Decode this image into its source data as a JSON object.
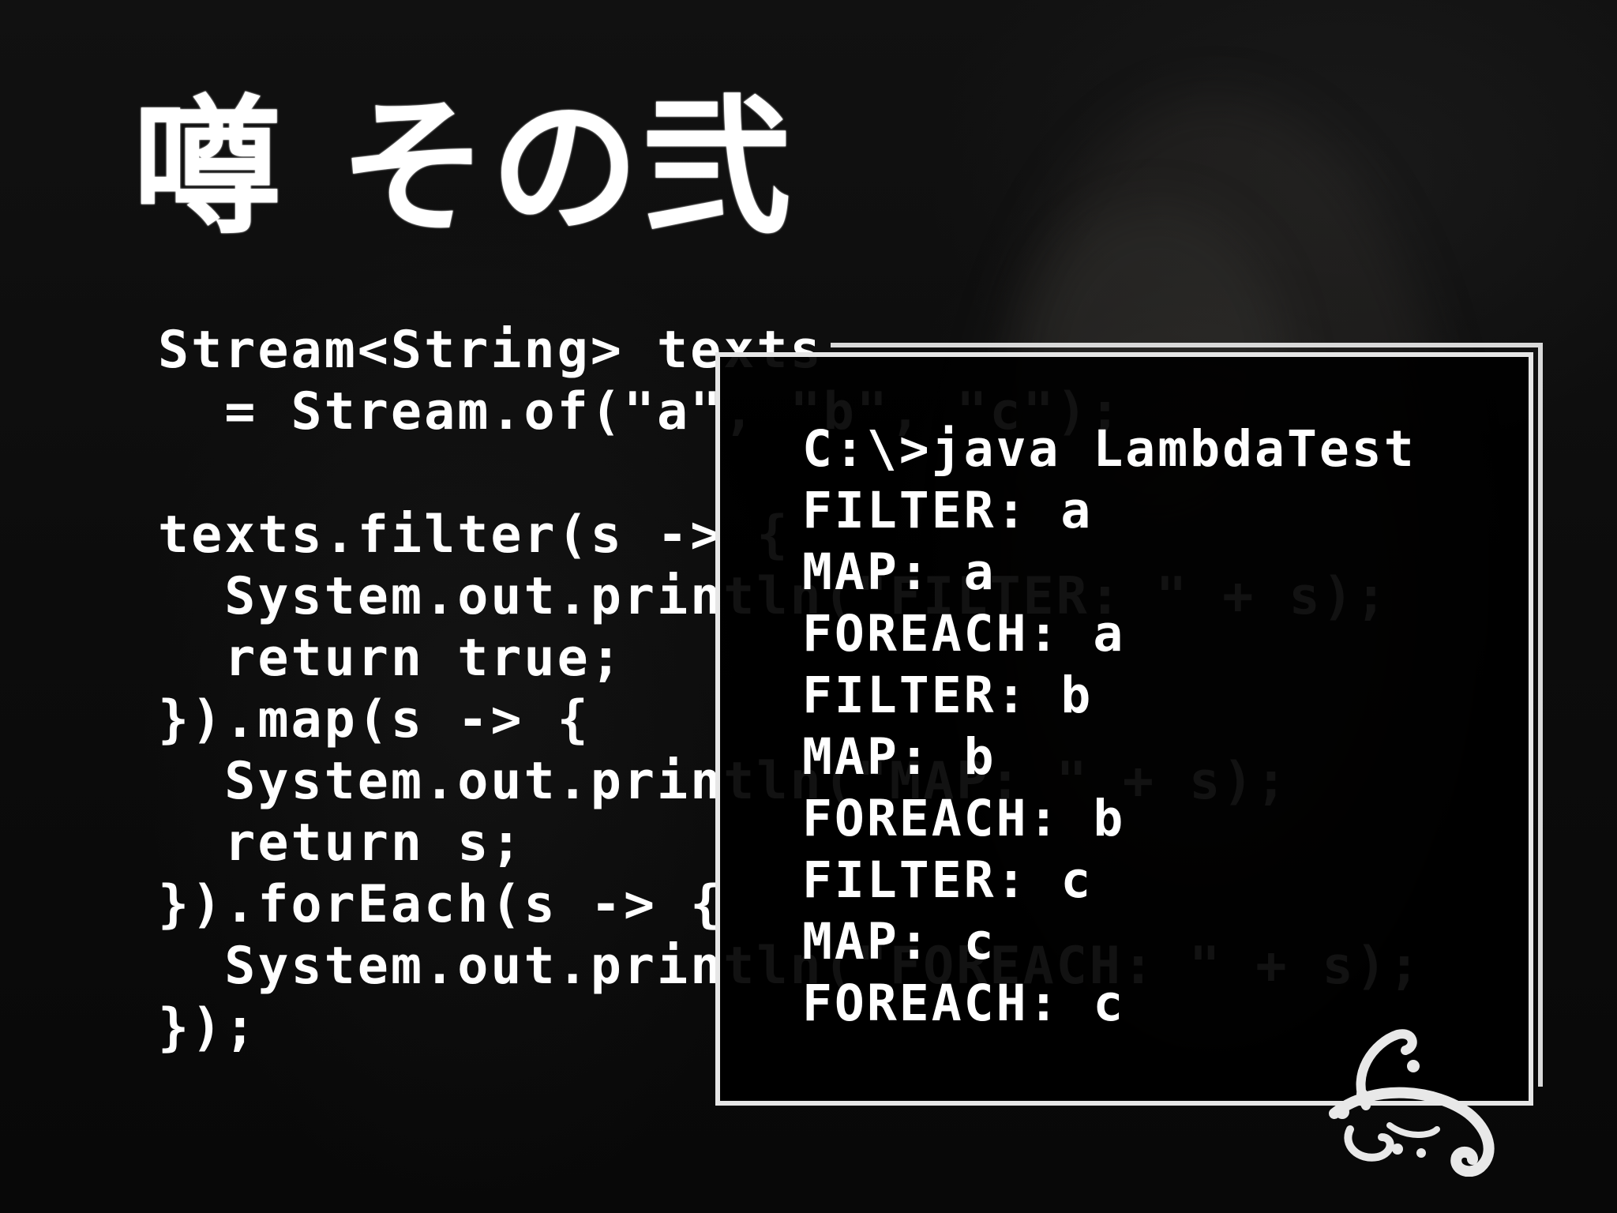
{
  "slide": {
    "title": "噂 その弐",
    "code_lines": [
      "Stream<String> texts",
      "  = Stream.of(\"a\", \"b\", \"c\");",
      "",
      "texts.filter(s -> {",
      "  System.out.println(\"FILTER: \" + s);",
      "  return true;",
      "}).map(s -> {",
      "  System.out.println(\"MAP: \" + s);",
      "  return s;",
      "}).forEach(s -> {",
      "  System.out.println(\"FOREACH: \" + s);",
      "});"
    ],
    "console_lines": [
      "C:\\>java LambdaTest",
      "FILTER: a",
      "MAP: a",
      "FOREACH: a",
      "FILTER: b",
      "MAP: b",
      "FOREACH: b",
      "FILTER: c",
      "MAP: c",
      "FOREACH: c"
    ],
    "colors": {
      "background": "#0b0b0b",
      "text": "#ffffff",
      "frame": "#e6e6e6"
    },
    "icons": [
      "flourish-ornament-icon"
    ]
  }
}
